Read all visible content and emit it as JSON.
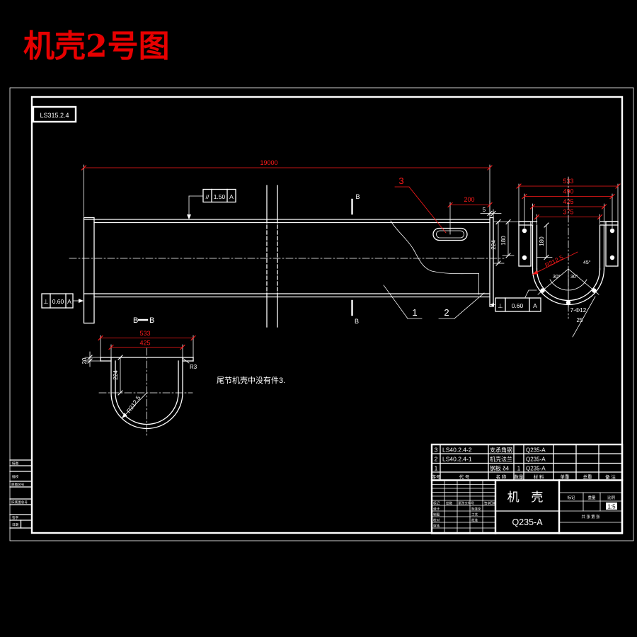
{
  "page": {
    "title": "机壳2号图",
    "bg": "#000000",
    "line_color": "#ffffff",
    "accent": "#ff1a1a"
  },
  "frame": {
    "code": "LS315.2.4"
  },
  "main_view": {
    "dim_length": "19000",
    "dim_200": "200",
    "dim_5": "5",
    "section_letter_top": "B",
    "section_letter_bottom": "B",
    "balloon_1": "1",
    "balloon_2": "2",
    "balloon_3": "3",
    "parallelism": {
      "sym": "//",
      "val": "1.50",
      "datum": "A"
    },
    "perp_left": {
      "sym": "⊥",
      "val": "0.60",
      "datum": "A"
    }
  },
  "end_view": {
    "dim_533": "533",
    "dim_490": "490",
    "dim_425": "425",
    "dim_375": "375",
    "dim_224": "224",
    "dim_180_left": "180",
    "dim_180_inner": "180",
    "radius": "R212.5",
    "holes": "7-Φ12",
    "holes_sub": "25",
    "angle_right": "45°",
    "angle_mid_left": "30°",
    "angle_mid_right": "30°",
    "perp": {
      "sym": "⊥",
      "val": "0.60",
      "datum": "A"
    }
  },
  "section_bb": {
    "title_left": "B",
    "title_right": "B",
    "dim_533": "533",
    "dim_425": "425",
    "dim_224": "224",
    "dim_20": "20",
    "radius": "R212.5",
    "fillet": "R3"
  },
  "note": "尾节机壳中没有件3.",
  "parts_table": {
    "headers": [
      "序号",
      "代  号",
      "名  称",
      "数量",
      "材  料",
      "单重",
      "总重",
      "备 注"
    ],
    "rows": [
      {
        "no": "3",
        "code": "LS40.2.4-2",
        "name": "支承角钢",
        "qty": "",
        "mat": "Q235-A"
      },
      {
        "no": "2",
        "code": "LS40.2.4-1",
        "name": "机壳法兰",
        "qty": "",
        "mat": "Q235-A"
      },
      {
        "no": "1",
        "code": "",
        "name": "钢板 δ4",
        "qty": "1",
        "mat": "Q235-A"
      }
    ]
  },
  "title_block": {
    "part_name": "机 壳",
    "material": "Q235-A",
    "labels_row": [
      "标记",
      "重量",
      "比例"
    ],
    "scale": "1:5",
    "sheets": "共 张 第 张",
    "rev_row": [
      "标记",
      "处数",
      "更改文件号",
      "签字",
      "日期"
    ],
    "sig_left": [
      "设计",
      "制图",
      "校对",
      "审核"
    ],
    "sig_right": [
      "标准化",
      "工艺",
      "批准"
    ]
  },
  "left_strip": [
    "描图",
    "描校",
    "底图总号",
    "旧底图总号",
    "签字",
    "日期"
  ]
}
